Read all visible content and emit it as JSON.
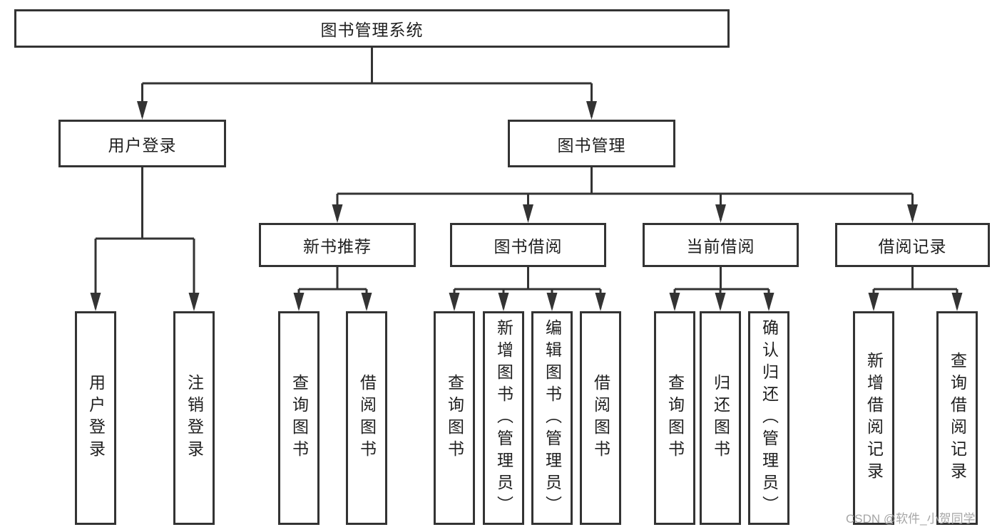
{
  "tree": {
    "root": "图书管理系统",
    "login": {
      "label": "用户登录",
      "children": [
        "用户登录",
        "注销登录"
      ]
    },
    "mgmt": {
      "label": "图书管理",
      "groups": [
        {
          "label": "新书推荐",
          "children": [
            "查询图书",
            "借阅图书"
          ]
        },
        {
          "label": "图书借阅",
          "children": [
            "查询图书",
            "新增图书（管理员）",
            "编辑图书（管理员）",
            "借阅图书"
          ]
        },
        {
          "label": "当前借阅",
          "children": [
            "查询图书",
            "归还图书",
            "确认归还（管理员）"
          ]
        },
        {
          "label": "借阅记录",
          "children": [
            "新增借阅记录",
            "查询借阅记录"
          ]
        }
      ]
    }
  },
  "watermark": {
    "text": "CSDN @软件_小贺同学"
  },
  "colors": {
    "line": "#333333",
    "border": "#333333",
    "text": "#1f1f1f",
    "watermark": "#a6a6a6",
    "background": "#ffffff"
  }
}
